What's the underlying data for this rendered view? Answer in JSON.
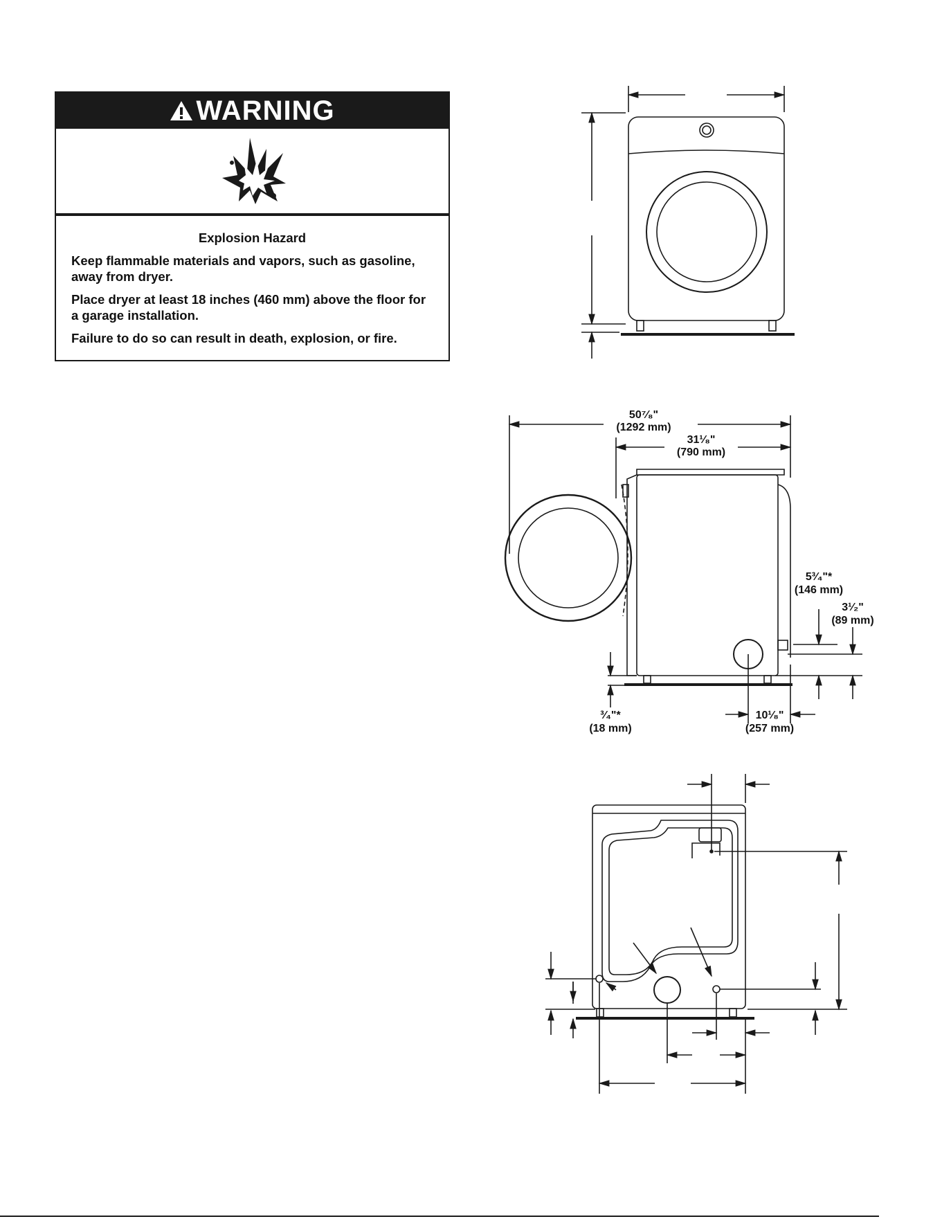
{
  "warning": {
    "heading": "WARNING",
    "hazard_title": "Explosion Hazard",
    "lines": [
      "Keep flammable materials and vapors, such as gasoline, away from dryer.",
      "Place dryer at least 18 inches (460 mm) above the floor for a garage installation.",
      "Failure to do so can result in death, explosion, or fire."
    ]
  },
  "side_view_dimensions": {
    "depth_open_door": {
      "imperial": "50⁷⁄₈\"",
      "metric": "(1292 mm)"
    },
    "depth_cabinet": {
      "imperial": "31¹⁄₈\"",
      "metric": "(790 mm)"
    },
    "vent_height_high": {
      "imperial": "5³⁄₄\"*",
      "metric": "(146 mm)"
    },
    "vent_height_low": {
      "imperial": "3¹⁄₂\"",
      "metric": "(89 mm)"
    },
    "foot_height": {
      "imperial": "³⁄₄\"*",
      "metric": "(18 mm)"
    },
    "vent_offset": {
      "imperial": "10¹⁄₈\"",
      "metric": "(257 mm)"
    }
  },
  "colors": {
    "ink": "#1a1a1a",
    "paper": "#ffffff"
  }
}
